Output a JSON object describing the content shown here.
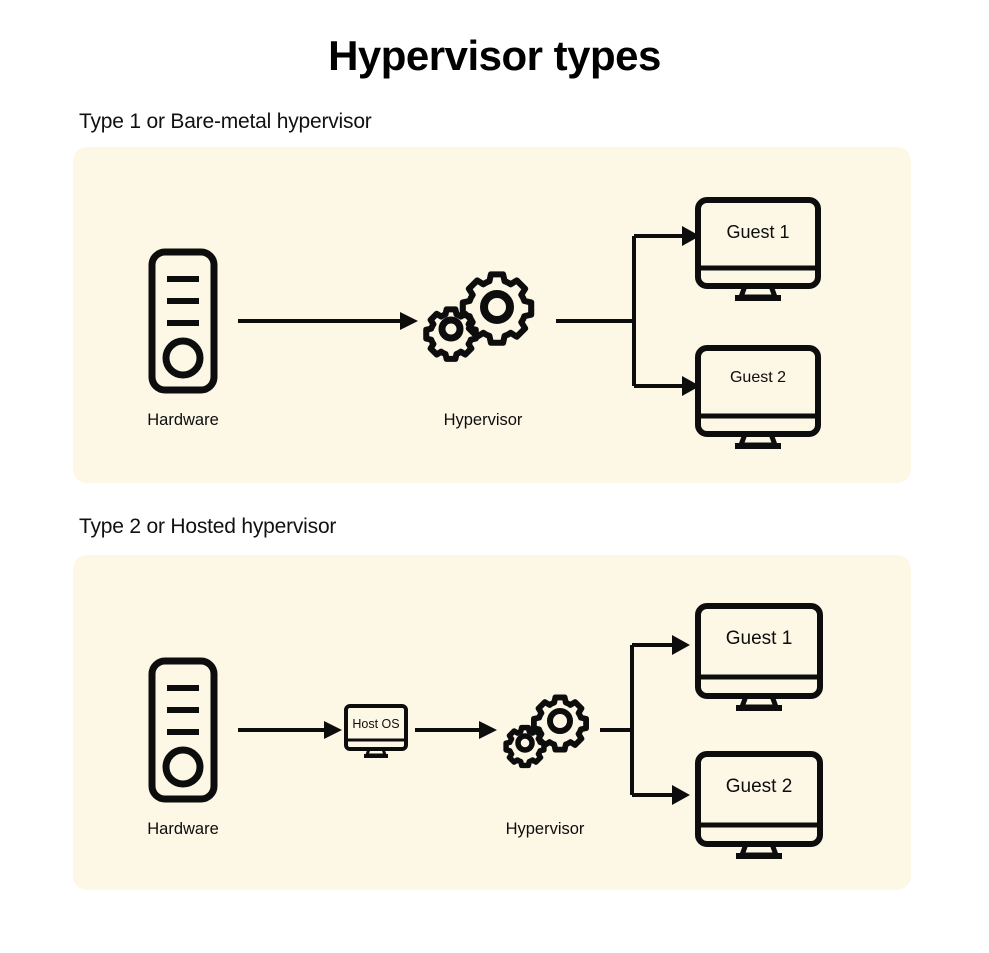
{
  "title": "Hypervisor types",
  "theme": {
    "page_background": "#ffffff",
    "panel_background": "#fdf7e6",
    "stroke": "#0d0d0d",
    "text": "#0d0d0d"
  },
  "sections": [
    {
      "id": "type-1",
      "label": "Type 1 or Bare-metal hypervisor",
      "nodes": {
        "hardware": {
          "icon": "server-tower-icon",
          "label": "Hardware"
        },
        "hypervisor": {
          "icon": "gears-icon",
          "label": "Hypervisor"
        },
        "guests": [
          {
            "icon": "monitor-icon",
            "screen_label": "Guest 1"
          },
          {
            "icon": "monitor-icon",
            "screen_label": "Guest 2"
          }
        ]
      },
      "flow": [
        "Hardware",
        "Hypervisor",
        "Guest 1",
        "Guest 2"
      ]
    },
    {
      "id": "type-2",
      "label": "Type 2 or Hosted hypervisor",
      "nodes": {
        "hardware": {
          "icon": "server-tower-icon",
          "label": "Hardware"
        },
        "host_os": {
          "icon": "monitor-icon",
          "screen_label": "Host OS"
        },
        "hypervisor": {
          "icon": "gears-icon",
          "label": "Hypervisor"
        },
        "guests": [
          {
            "icon": "monitor-icon",
            "screen_label": "Guest 1"
          },
          {
            "icon": "monitor-icon",
            "screen_label": "Guest 2"
          }
        ]
      },
      "flow": [
        "Hardware",
        "Host OS",
        "Hypervisor",
        "Guest 1",
        "Guest 2"
      ]
    }
  ]
}
